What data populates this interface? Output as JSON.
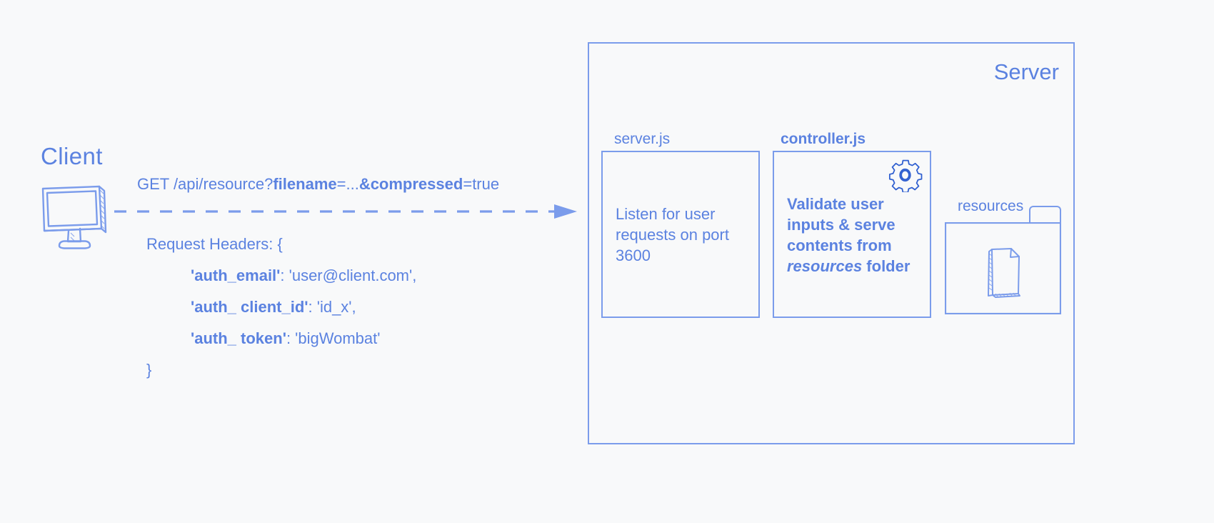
{
  "colors": {
    "background": "#f8f9fa",
    "stroke": "#7b9ceb",
    "text": "#5b82e0"
  },
  "client": {
    "title": "Client",
    "monitor_icon": "monitor-icon"
  },
  "request": {
    "get_line": {
      "prefix": "GET /api/resource?",
      "param1_key": "filename",
      "param1_sep": "=...",
      "param2_key": "&compressed",
      "param2_sep": "=",
      "param2_value": "true"
    },
    "headers_label": "Request Headers: {",
    "headers": [
      {
        "quote_open": "'",
        "key": "auth_email",
        "quote_close": "'",
        "sep": ": ",
        "value": "'user@client.com',"
      },
      {
        "quote_open": "'",
        "key": "auth_ client_id",
        "quote_close": "'",
        "sep": ": ",
        "value": "'id_x',"
      },
      {
        "quote_open": "'",
        "key": "auth_ token",
        "quote_close": "'",
        "sep": ": ",
        "value": "'bigWombat'"
      }
    ],
    "headers_close": "}",
    "arrow": "dashed-arrow-right"
  },
  "server": {
    "title": "Server",
    "cards": [
      {
        "label": "server.js",
        "body": "Listen for user requests on port 3600"
      },
      {
        "label": "controller.js",
        "body_part1": "Validate user inputs & serve contents from ",
        "body_emphasis": "resources",
        "body_part2": " folder",
        "icon": "gear-icon"
      }
    ],
    "resources": {
      "label": "resources",
      "icon": "document-icon"
    }
  }
}
